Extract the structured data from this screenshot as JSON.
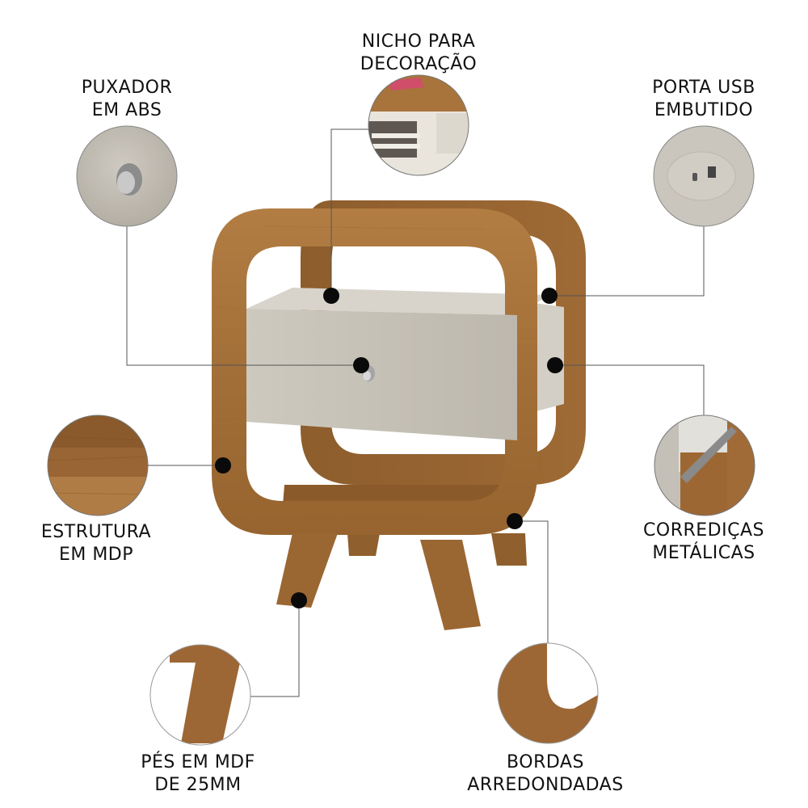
{
  "diagram": {
    "subject": "Nightstand with drawer, wooden frame and splayed legs",
    "colors": {
      "wood": "#a8743c",
      "wood_dark": "#8a5a2b",
      "drawer": "#c9c4b9",
      "dot": "#0a0a0a",
      "line": "#555555"
    },
    "features": [
      {
        "id": "nicho",
        "line1": "NICHO PARA",
        "line2": "DECORAÇÃO"
      },
      {
        "id": "puxador",
        "line1": "PUXADOR",
        "line2": "EM ABS"
      },
      {
        "id": "usb",
        "line1": "PORTA USB",
        "line2": "EMBUTIDO"
      },
      {
        "id": "estrutura",
        "line1": "ESTRUTURA",
        "line2": "EM MDP"
      },
      {
        "id": "corredicas",
        "line1": "CORREDIÇAS",
        "line2": "METÁLICAS"
      },
      {
        "id": "pes",
        "line1": "PÉS EM MDF",
        "line2": "DE 25MM"
      },
      {
        "id": "bordas",
        "line1": "BORDAS",
        "line2": "ARREDONDADAS"
      }
    ]
  }
}
